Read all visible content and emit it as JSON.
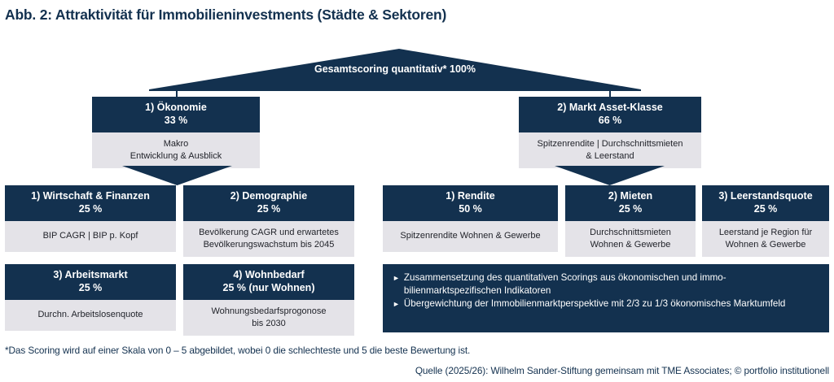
{
  "figure": {
    "title": "Abb. 2: Attraktivität für Immobilieninvestments (Städte & Sektoren)",
    "footnote": "*Das Scoring wird auf einer Skala von 0 – 5 abgebildet, wobei 0 die schlechteste und 5 die beste Bewertung ist.",
    "source": "Quelle (2025/26): Wilhelm Sander-Stiftung gemeinsam mit TME Associates; © portfolio institutionell"
  },
  "colors": {
    "navy": "#13314f",
    "light_gray": "#e4e3e8",
    "white": "#ffffff"
  },
  "top": {
    "title": "Gesamtscoring quantitativ*",
    "percent": "100%"
  },
  "pillars": [
    {
      "title": "1) Ökonomie",
      "percent": "33 %",
      "body": "Makro\nEntwicklung & Ausblick"
    },
    {
      "title": "2) Markt Asset-Klasse",
      "percent": "66 %",
      "body": "Spitzenrendite | Durchschnittsmieten\n& Leerstand"
    }
  ],
  "economy_criteria": [
    {
      "title": "1) Wirtschaft & Finanzen",
      "percent": "25 %",
      "body": "BIP CAGR | BIP p. Kopf"
    },
    {
      "title": "2) Demographie",
      "percent": "25 %",
      "body": "Bevölkerung CAGR und erwartetes\nBevölkerungswachstum bis 2045"
    },
    {
      "title": "3) Arbeitsmarkt",
      "percent": "25 %",
      "body": "Durchn. Arbeitslosenquote"
    },
    {
      "title": "4) Wohnbedarf",
      "percent": "25 % (nur Wohnen)",
      "body": "Wohnungsbedarfsprogonose\nbis 2030"
    }
  ],
  "market_criteria": [
    {
      "title": "1) Rendite",
      "percent": "50 %",
      "body": "Spitzenrendite Wohnen & Gewerbe"
    },
    {
      "title": "2) Mieten",
      "percent": "25 %",
      "body": "Durchschnittsmieten\nWohnen & Gewerbe"
    },
    {
      "title": "3) Leerstandsquote",
      "percent": "25 %",
      "body": "Leerstand je Region für\nWohnen & Gewerbe"
    }
  ],
  "notes": {
    "bullet_glyph": "►",
    "items": [
      "Zusammensetzung des quantitativen Scorings aus ökonomischen und immo-bilienmarktspezifischen Indikatoren",
      "Übergewichtung der Immobilienmarktperspektive mit 2/3 zu 1/3 ökonomisches Marktumfeld"
    ]
  }
}
